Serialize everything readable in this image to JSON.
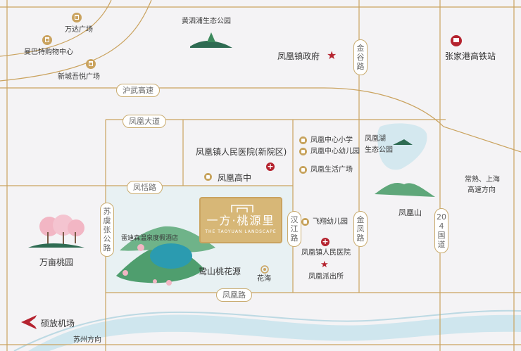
{
  "roads": {
    "huwu": "沪武高速",
    "fenghuang_dadao": "凤凰大道",
    "fengyan": "凤恬路",
    "fenghuang_lu": "凤凰路",
    "jingu": "金谷路",
    "sulu": "苏虞张公路",
    "hanjiang": "汉江路",
    "jinfeng": "金凤路",
    "guodao204": "204国道"
  },
  "places": {
    "wanda": "万达广场",
    "manba": "曼巴特购物中心",
    "xincheng": "新城吾悦广场",
    "huangsipu": "黄泗浦生态公园",
    "zhengfu": "凤凰镇政府",
    "gaotie": "张家港高铁站",
    "fenghuanghu": "凤凰湖",
    "fenghuanghu2": "生态公园",
    "xiaoxue": "凤凰中心小学",
    "youer": "凤凰中心幼儿园",
    "shenghuo": "凤凰生活广场",
    "yiyuan_new": "凤凰镇人民医院(新院区)",
    "gaozhong": "凤凰高中",
    "changshu1": "常熟、上海",
    "changshu2": "高速方向",
    "fenghuangshan": "凤凰山",
    "feixiang": "飞翔幼儿园",
    "yiyuan": "凤凰镇人民医院",
    "paichusuo": "凤凰派出所",
    "jiudian": "雷迪森温泉度假酒店",
    "taohuayuan": "鸷山桃花源",
    "huahai": "花海",
    "wanmu": "万亩桃园",
    "jichang": "硕放机场",
    "suzhou": "苏州方向"
  },
  "logo": {
    "name": "一方·桃源里",
    "sub": "THE TAOYUAN LANDSCAPE"
  },
  "colors": {
    "road": "#caa35f",
    "background": "#f4f3f5",
    "marker": "#b5232f",
    "river": "#cfe6ee",
    "mountain": "#4f9e6e"
  }
}
